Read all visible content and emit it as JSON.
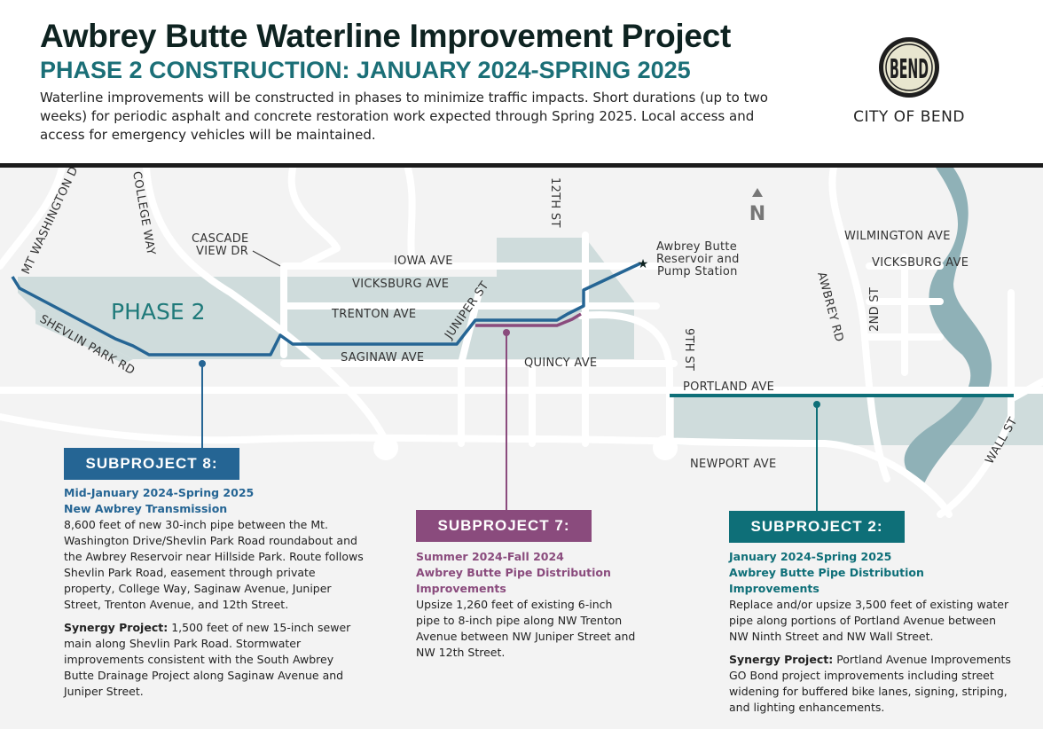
{
  "header": {
    "title": "Awbrey Butte Waterline Improvement Project",
    "subtitle": "PHASE 2 CONSTRUCTION: JANUARY 2024-SPRING 2025",
    "intro": "Waterline improvements will be constructed in phases to minimize traffic impacts. Short durations (up to two weeks) for periodic asphalt and concrete restoration work expected through Spring 2025. Local access and access for emergency vehicles will be maintained.",
    "logo": {
      "mark": "BEND",
      "text": "CITY OF BEND"
    }
  },
  "colors": {
    "subproject8": "#256594",
    "subproject7": "#8a4b7d",
    "subproject2": "#0e6f78",
    "phase_area": "#cfdcdc",
    "river": "#8fb1b7",
    "title": "#0e2321",
    "subtitle": "#1b6f77"
  },
  "map": {
    "phase_label": "PHASE 2",
    "north": "N",
    "reservoir_label": [
      "Awbrey Butte",
      "Reservoir and",
      "Pump Station"
    ],
    "streets": {
      "mt_washington": "MT WASHINGTON D",
      "college_way": "COLLEGE WAY",
      "cascade_view_1": "CASCADE",
      "cascade_view_2": "VIEW DR",
      "iowa": "IOWA AVE",
      "vicksburg": "VICKSBURG AVE",
      "trenton": "TRENTON AVE",
      "saginaw": "SAGINAW AVE",
      "shevlin": "SHEVLIN PARK RD",
      "juniper": "JUNIPER ST",
      "twelfth": "12TH ST",
      "quincy": "QUINCY AVE",
      "ninth": "9TH ST",
      "portland": "PORTLAND AVE",
      "newport": "NEWPORT AVE",
      "awbrey_rd": "AWBREY RD",
      "second": "2ND ST",
      "wilmington": "WILMINGTON AVE",
      "vicksburg_east": "VICKSBURG AVE",
      "wall": "WALL ST"
    }
  },
  "subprojects": [
    {
      "label": "SUBPROJECT 8:",
      "dates": "Mid-January 2024-Spring 2025",
      "name": "New Awbrey Transmission",
      "body": "8,600 feet of new 30-inch pipe between the Mt. Washington Drive/Shevlin Park Road roundabout and the Awbrey Reservoir near Hillside Park. Route follows Shevlin Park Road, easement through private property, College Way, Saginaw Avenue, Juniper Street, Trenton Avenue, and 12th Street.",
      "synergy_label": "Synergy Project:",
      "synergy": "1,500 feet of new 15-inch sewer main along Shevlin Park Road. Stormwater improvements consistent with the South Awbrey Butte Drainage Project along Saginaw Avenue and Juniper Street."
    },
    {
      "label": "SUBPROJECT 7:",
      "dates": "Summer 2024-Fall 2024",
      "name": "Awbrey Butte Pipe Distribution Improvements",
      "body": "Upsize 1,260 feet of existing 6-inch pipe to 8-inch pipe along NW Trenton Avenue between NW Juniper Street and NW 12th Street."
    },
    {
      "label": "SUBPROJECT 2:",
      "dates": "January 2024-Spring 2025",
      "name": "Awbrey Butte Pipe Distribution Improvements",
      "body": "Replace and/or upsize 3,500 feet of existing water pipe along portions of Portland Avenue between NW Ninth Street and NW Wall Street.",
      "synergy_label": "Synergy Project:",
      "synergy": "Portland Avenue Improvements GO Bond project improvements including street widening for buffered bike lanes, signing, striping, and lighting enhancements."
    }
  ]
}
